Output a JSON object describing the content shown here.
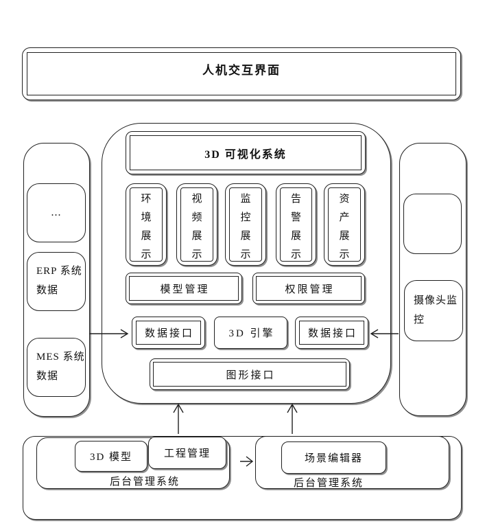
{
  "top": {
    "title": "人机交互界面"
  },
  "main": {
    "header": "3D 可视化系统",
    "display_modules": [
      "环境展示",
      "视频展示",
      "监控展示",
      "告警展示",
      "资产展示"
    ],
    "management_modules": [
      "模型管理",
      "权限管理"
    ],
    "interface_row": [
      "数据接口",
      "3D 引擎",
      "数据接口"
    ],
    "graphics_interface": "图形接口"
  },
  "left_column": {
    "items": [
      "...",
      "ERP 系统数据",
      "MES 系统数据"
    ]
  },
  "right_column": {
    "camera_label": "摄像头监控"
  },
  "bottom": {
    "left_group": {
      "boxes": [
        "3D 模型",
        "工程管理"
      ],
      "label": "后台管理系统"
    },
    "right_group": {
      "boxes": [
        "场景编辑器"
      ],
      "label": "后台管理系统"
    }
  },
  "colors": {
    "line": "#1f1f1f",
    "shadow": "#8f8f8f",
    "background": "#ffffff"
  }
}
